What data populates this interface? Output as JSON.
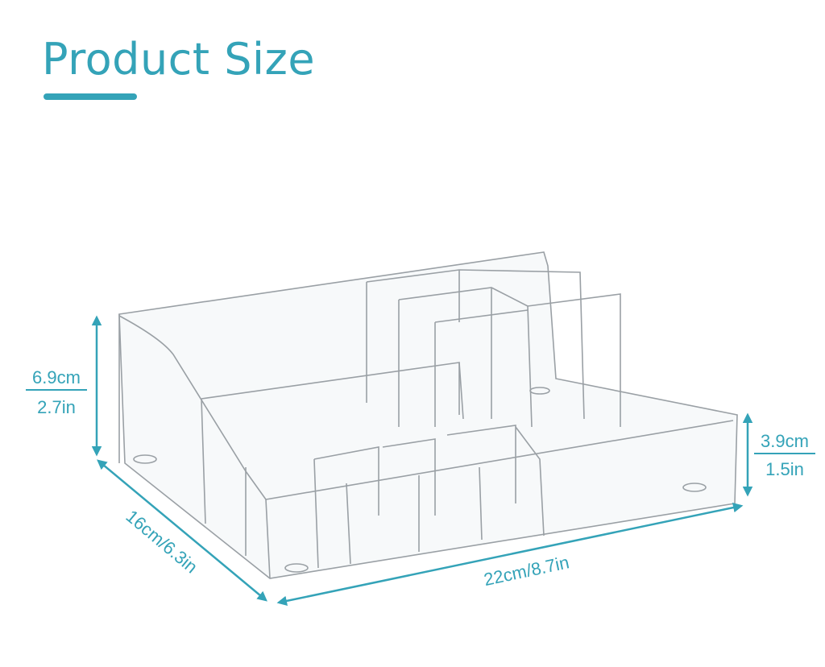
{
  "title": "Product Size",
  "colors": {
    "accent": "#34a3b8",
    "outline": "#8a8f94"
  },
  "dimensions": {
    "height_cm": "6.9cm",
    "height_in": "2.7in",
    "front_height_cm": "3.9cm",
    "front_height_in": "1.5in",
    "depth": "16cm/6.3in",
    "width": "22cm/8.7in"
  }
}
